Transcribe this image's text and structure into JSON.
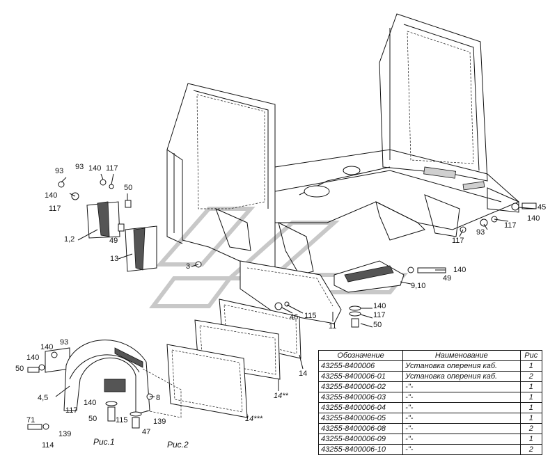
{
  "labels": [
    {
      "id": "l93a",
      "text": "93"
    },
    {
      "id": "l93b",
      "text": "93"
    },
    {
      "id": "l140a",
      "text": "140"
    },
    {
      "id": "l117a",
      "text": "117"
    },
    {
      "id": "l140b",
      "text": "140"
    },
    {
      "id": "l117b",
      "text": "117"
    },
    {
      "id": "l50a",
      "text": "50"
    },
    {
      "id": "l12",
      "text": "1,2"
    },
    {
      "id": "l49a",
      "text": "49"
    },
    {
      "id": "l13",
      "text": "13"
    },
    {
      "id": "l3",
      "text": "3"
    },
    {
      "id": "l45",
      "text": "45"
    },
    {
      "id": "l140c",
      "text": "140"
    },
    {
      "id": "l117c",
      "text": "117"
    },
    {
      "id": "l93c",
      "text": "93"
    },
    {
      "id": "l117d",
      "text": "117"
    },
    {
      "id": "l140d",
      "text": "140"
    },
    {
      "id": "l49b",
      "text": "49"
    },
    {
      "id": "l910",
      "text": "9,10"
    },
    {
      "id": "l140e",
      "text": "140"
    },
    {
      "id": "l117e",
      "text": "117"
    },
    {
      "id": "l50b",
      "text": "50"
    },
    {
      "id": "l46",
      "text": "46"
    },
    {
      "id": "l115a",
      "text": "115"
    },
    {
      "id": "l11",
      "text": "11"
    },
    {
      "id": "l14",
      "text": "14"
    },
    {
      "id": "l14b",
      "text": "14**"
    },
    {
      "id": "l14c",
      "text": "14***"
    },
    {
      "id": "l140f",
      "text": "140"
    },
    {
      "id": "l93d",
      "text": "93"
    },
    {
      "id": "l140g",
      "text": "140"
    },
    {
      "id": "l50c",
      "text": "50"
    },
    {
      "id": "l45b",
      "text": "4,5"
    },
    {
      "id": "l8",
      "text": "8"
    },
    {
      "id": "l117f",
      "text": "117"
    },
    {
      "id": "l140h",
      "text": "140"
    },
    {
      "id": "l50d",
      "text": "50"
    },
    {
      "id": "l115b",
      "text": "115"
    },
    {
      "id": "l139a",
      "text": "139"
    },
    {
      "id": "l47",
      "text": "47"
    },
    {
      "id": "l71",
      "text": "71"
    },
    {
      "id": "l139b",
      "text": "139"
    },
    {
      "id": "l114",
      "text": "114"
    }
  ],
  "figures": {
    "fig1": "Рис.1",
    "fig2": "Рис.2"
  },
  "spec_table": {
    "headers": [
      "Обозначение",
      "Наименование",
      "Рис"
    ],
    "rows": [
      [
        "43255-8400006",
        "Установка оперения каб.",
        "1"
      ],
      [
        "43255-8400006-01",
        "Установка оперения каб.",
        "2"
      ],
      [
        "43255-8400006-02",
        "-\"-",
        "1"
      ],
      [
        "43255-8400006-03",
        "-\"-",
        "1"
      ],
      [
        "43255-8400006-04",
        "-\"-",
        "1"
      ],
      [
        "43255-8400006-05",
        "-\"-",
        "1"
      ],
      [
        "43255-8400006-08",
        "-\"-",
        "2"
      ],
      [
        "43255-8400006-09",
        "-\"-",
        "1"
      ],
      [
        "43255-8400006-10",
        "-\"-",
        "2"
      ]
    ]
  }
}
